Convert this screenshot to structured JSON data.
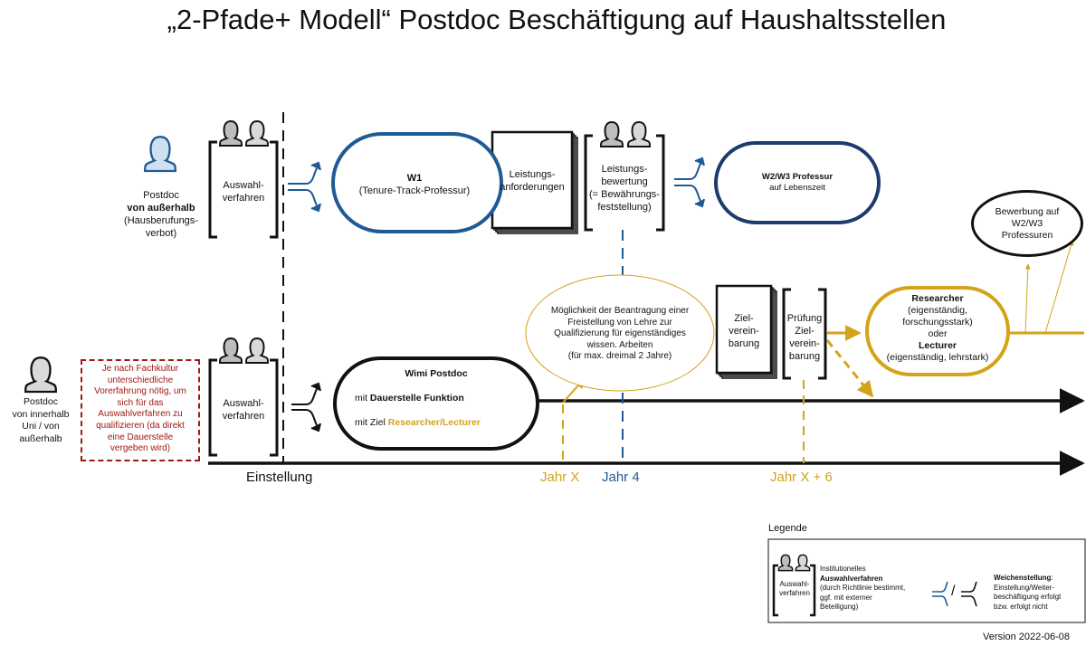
{
  "title": "„2-Pfade+ Modell“ Postdoc Beschäftigung auf Haushaltsstellen",
  "colors": {
    "blue": "#1f5a96",
    "gold": "#d4a319",
    "red": "#a11a14",
    "black": "#111111"
  },
  "external": {
    "person_icon": "person-icon",
    "line1": "Postdoc",
    "line2": "von außerhalb",
    "line3": "(Hausberufungs-",
    "line4": "verbot)"
  },
  "internal": {
    "line1": "Postdoc",
    "line2": "von innerhalb",
    "line3": "Uni / von",
    "line4": "außerhalb"
  },
  "note": [
    "Je nach Fachkultur",
    "unterschiedliche",
    "Vorerfahrung nötig, um",
    "sich für das",
    "Auswahlverfahren zu",
    "qualifizieren (da direkt",
    "eine Dauerstelle",
    "vergeben wird)"
  ],
  "auswahl_top": [
    "Auswahl-",
    "verfahren"
  ],
  "auswahl_bottom": [
    "Auswahl-",
    "verfahren"
  ],
  "w1": {
    "title": "W1",
    "subtitle": "(Tenure-Track-Professur)"
  },
  "leistungsanforderungen": [
    "Leistungs-",
    "anforderungen"
  ],
  "leistungsbewertung": [
    "Leistungs-",
    "bewertung",
    "(= Bewährungs-",
    "feststellung)"
  ],
  "w2w3": {
    "title": "W2/W3 Professur",
    "subtitle": "auf Lebenszeit"
  },
  "bewerbung": [
    "Bewerbung auf",
    "W2/W3",
    "Professuren"
  ],
  "freistellung": [
    "Möglichkeit der Beantragung einer",
    "Freistellung von Lehre zur",
    "Qualifizierung für eigenständiges",
    "wissen. Arbeiten",
    "(für max. dreimal 2 Jahre)"
  ],
  "zielvereinbarung": [
    "Ziel-",
    "verein-",
    "barung"
  ],
  "pruefung": [
    "Prüfung",
    "Ziel-",
    "verein-",
    "barung"
  ],
  "researcher": {
    "title": "Researcher",
    "line1": "(eigenständig,",
    "line2": "forschungsstark)",
    "or": "oder",
    "title2": "Lecturer",
    "line3": "(eigenständig, lehrstark)"
  },
  "wimi": {
    "title": "Wimi Postdoc",
    "line1_prefix": "mit ",
    "line1_bold": "Dauerstelle Funktion",
    "line2_prefix": "mit Ziel ",
    "line2_gold": "Researcher/Lecturer"
  },
  "timeline": {
    "einstellung": "Einstellung",
    "jahr_x": "Jahr X",
    "jahr_4": "Jahr 4",
    "jahr_x6": "Jahr X + 6"
  },
  "legend": {
    "title": "Legende",
    "inst_l1": "Institutionelles",
    "inst_l2": "Auswahlverfahren",
    "inst_l3": "(durch Richtlinie bestimmt,",
    "inst_l4": "ggf. mit externer",
    "inst_l5": "Beteiligung)",
    "auswahl": [
      "Auswahl-",
      "verfahren"
    ],
    "slash": "/",
    "weichen_bold": "Weichenstellung",
    "weichen_l1": ": Einstellung/Weiter-",
    "weichen_l2": "beschäftigung erfolgt",
    "weichen_l3": "bzw. erfolgt nicht"
  },
  "version": "Version 2022-06-08"
}
